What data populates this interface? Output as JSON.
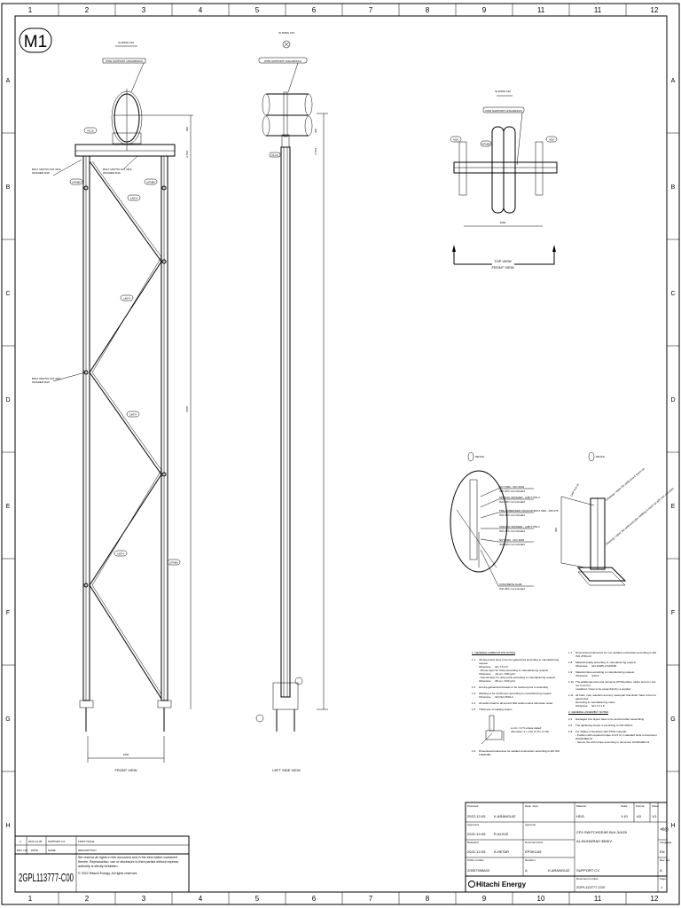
{
  "sheet": {
    "drawing_tag": "M1",
    "columns_top": [
      "1",
      "2",
      "3",
      "4",
      "5",
      "6",
      "7",
      "8",
      "9",
      "11",
      "11",
      "12"
    ],
    "columns_bottom": [
      "1",
      "2",
      "3",
      "4",
      "5",
      "6",
      "7",
      "8",
      "9",
      "10",
      "11",
      "12"
    ],
    "rows": [
      "A",
      "B",
      "C",
      "D",
      "E",
      "F",
      "G",
      "H"
    ]
  },
  "front_view": {
    "title": "FRONT VIEW",
    "sliding_label": "SLIDING ±40",
    "pipe_support_label": "PIPE SUPPORT 1FSL0063/C0",
    "bolt_label_1": "BOLT M16*50 NUT M16, WASHER M16",
    "bolt_label_2": "BOLT M16*50 NUT M16, WASHER M16",
    "bolt_label_3": "BOLT M16*50 NUT M16, WASHER M16",
    "part_tags": [
      "PL10",
      "UPN80",
      "UPN80",
      "L40*4",
      "L40*4",
      "L40*4",
      "L40*4",
      "UPN80"
    ],
    "dim_width": "1060",
    "dim_height": "4700",
    "dim_top_1": "300",
    "dim_top_2": "4 7/10"
  },
  "side_view": {
    "title": "LEFT SIDE VIEW",
    "sliding_label": "SLIDING ±40",
    "pipe_support_label": "PIPE SUPPORT 1FSL0063/C0",
    "part_tag": "PL10",
    "dim_top_1": "300",
    "dim_top_2": "4 7/10"
  },
  "top_view": {
    "title_1": "TOP VIEW",
    "title_2": "FRONT VIEW",
    "sliding_label": "SLIDING ±40",
    "pipe_support_label": "PIPE SUPPORT 1FSL0063/C0",
    "part_tags": [
      "M16",
      "UPN80",
      "M16"
    ],
    "dim_width": "1060"
  },
  "detail_1": {
    "title": "DETAIL",
    "callouts": [
      {
        "line1": "NUT M20 - ISO 4032",
        "line2": "ISO 2PC not included"
      },
      {
        "line1": "SPECIAL WASHER - A4B TYPE 2",
        "line2": "ISO 2PC not included"
      },
      {
        "line1": "PRE-EMBEDDED ANCHOR BOLT M20 - DIN 975",
        "line2": "ISO 2PC not included"
      },
      {
        "line1": "SPECIAL WASHER - A4B TYPE 2",
        "line2": "ISO 2PC not included"
      },
      {
        "line1": "NUT M20 - ISO 4032",
        "line2": "ISO 2PC not included"
      },
      {
        "line1": "CONCRETE SLAB",
        "line2": "ISO 2PC not included"
      }
    ]
  },
  "detail_2": {
    "title": "DETAIL",
    "label_top": "GAP 5±5 2x",
    "note_1": "Cleaning / repair the weld area & touch up",
    "note_2": "Cleaning / repair the weld area after welding & touch up with zinc rich paint",
    "dim": "300"
  },
  "notes": {
    "general_heading": "1. GENERAL FABRICATION NOTES",
    "general": [
      {
        "num": "1.1",
        "text": "All steel parts have to be hot galvanized according to manufacturing request",
        "sub": [
          "Otherwise      EC 7.6.1.5",
          ". Primer layer for holes according to manufacturing request",
          "Otherwise      40 µm / 280 g/m²",
          ". Normal layer for other parts according to manufacturing request",
          "Otherwise      85 µm / 600 g/m²"
        ]
      },
      {
        "num": "1.2",
        "text": "Hot dip galvanized threads to be touched prior to assembly",
        "sub": []
      },
      {
        "num": "1.3",
        "text": "Welding to be continuous according to manufacturing request",
        "sub": [
          "Otherwise      EN ISO 3834-2"
        ]
      },
      {
        "num": "1.4",
        "text": "All welds shall be all around fillet welds unless otherwise noted",
        "sub": []
      },
      {
        "num": "1.5",
        "text": "Thickness of welding seams",
        "sub": []
      },
      {
        "num": "1.6",
        "text": "Dimensional tolerances for welded construction according to EN ISO 13920-BE",
        "sub": []
      }
    ],
    "weld_note": "a min = 0.7t unless stated otherwise; a = max (0.7t1, 0.7t2)",
    "general_right": [
      {
        "num": "1.7",
        "text": "Dimensional tolerances for non welded construction according to EN ISO 2768-mK",
        "sub": []
      },
      {
        "num": "1.8",
        "text": "Material quality according to manufacturing request",
        "sub": [
          "Otherwise      EN 10025-2 S235JR"
        ]
      },
      {
        "num": "1.9",
        "text": "Material class according to manufacturing request",
        "sub": [
          "Otherwise      EXC2"
        ]
      },
      {
        "num": "1.10",
        "text": "The additional parts and elements (PTFE plates, slides and etc.) are not to be hot",
        "sub": [
          "metalized / have to be assembled by a supplier"
        ]
      },
      {
        "num": "1.11",
        "text": "All bolts, nuts, washers and any metal part that shall / have to be hot galvanized",
        "sub": [
          "according to manufacturing notes",
          "Otherwise      EN 7.6.1.5"
        ]
      }
    ],
    "assembly_heading": "2. GENERAL ASSEMBLY NOTES",
    "assembly": [
      {
        "num": "2.1",
        "text": "Damaged zinc layers have to be touched after assembling",
        "sub": []
      },
      {
        "num": "2.2",
        "text": "The tightening torque is according to VDI 2230-1",
        "sub": []
      },
      {
        "num": "2.3",
        "text": "For sliding connections with PTFE material:",
        "sub": [
          "- Position with required torque of 0.5 N.m standard bolts to document HV03G0E0-01",
          "- Secure the with torque according to document HV03G0E0-01"
        ]
      }
    ]
  },
  "revision_block": {
    "rows": [
      {
        "rev": "A",
        "date": "2022-12-05",
        "name": "SUPPORT CX",
        "description": "FIRST ISSUE"
      }
    ],
    "headers": {
      "rev": "REV. NO",
      "date": "DATE",
      "name": "NAME",
      "description": "DESCRIPTION"
    },
    "document_number": "2GPL113777-C00",
    "copyright_1": "We reserve all rights in this document and in the information contained therein. Reproduction, use or disclosure to third parties without express authority is strictly forbidden.",
    "copyright_2": "© 2022 Hitachi Energy. All rights reserved."
  },
  "title_block": {
    "prepared": {
      "label": "Prepared",
      "date": "2022-12-05",
      "name": "K.ARANGUIZ"
    },
    "approved": {
      "label": "Approved",
      "date": "2022-12-05",
      "name": "R.ALIVIZ"
    },
    "released": {
      "label": "Released",
      "date": "2022-12-05",
      "name": "A.HETAR"
    },
    "order_number_label": "Order number",
    "order_number": "2GBI7396A03",
    "resp_dept_label": "Resp. dept.",
    "resp_dept": "",
    "approval_label": "Approval",
    "approval": "",
    "document_kind_label": "Document kind",
    "document_kind": "EPSKCA5",
    "revision_label": "Revision",
    "revision": "A",
    "revision_name": "K.ARANGUIZ",
    "project_label": "Material",
    "project": "HDG",
    "scale_label": "Scale",
    "scale": "1:10",
    "size_label": "Format",
    "size": "A3",
    "sheet_label": "Sheet",
    "sheet": "1/1",
    "title_1": "CP4 SWITCHGEAR BLK-3/4/20",
    "title_2": "AL-BUHAIRAH 380KV",
    "title_3": "SUPPORT CX",
    "language_label": "Language",
    "language": "EN",
    "rev_label": "Rev. ind.",
    "rev_ind": "A",
    "document_id_label": "Document number",
    "document_id": "2GPL113777-C00",
    "page_label": "Page",
    "page": "1",
    "company": "Hitachi Energy"
  }
}
